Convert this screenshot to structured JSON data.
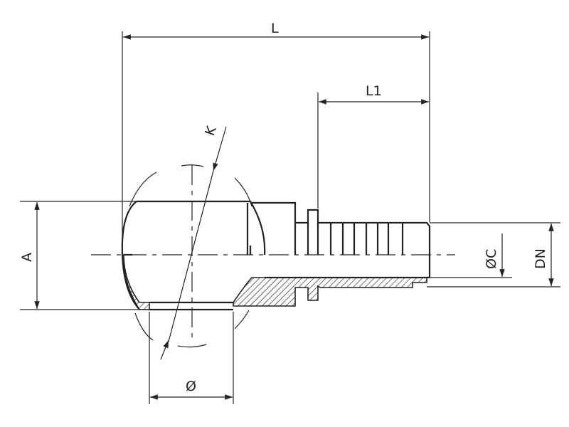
{
  "drawing": {
    "labels": {
      "length": "L",
      "tail_length": "L1",
      "angle": "K",
      "ring_width": "A",
      "bore_diameter": "ØC",
      "nominal_diameter": "DN",
      "hole_diameter": "Ø"
    },
    "line_color": "#222222"
  }
}
